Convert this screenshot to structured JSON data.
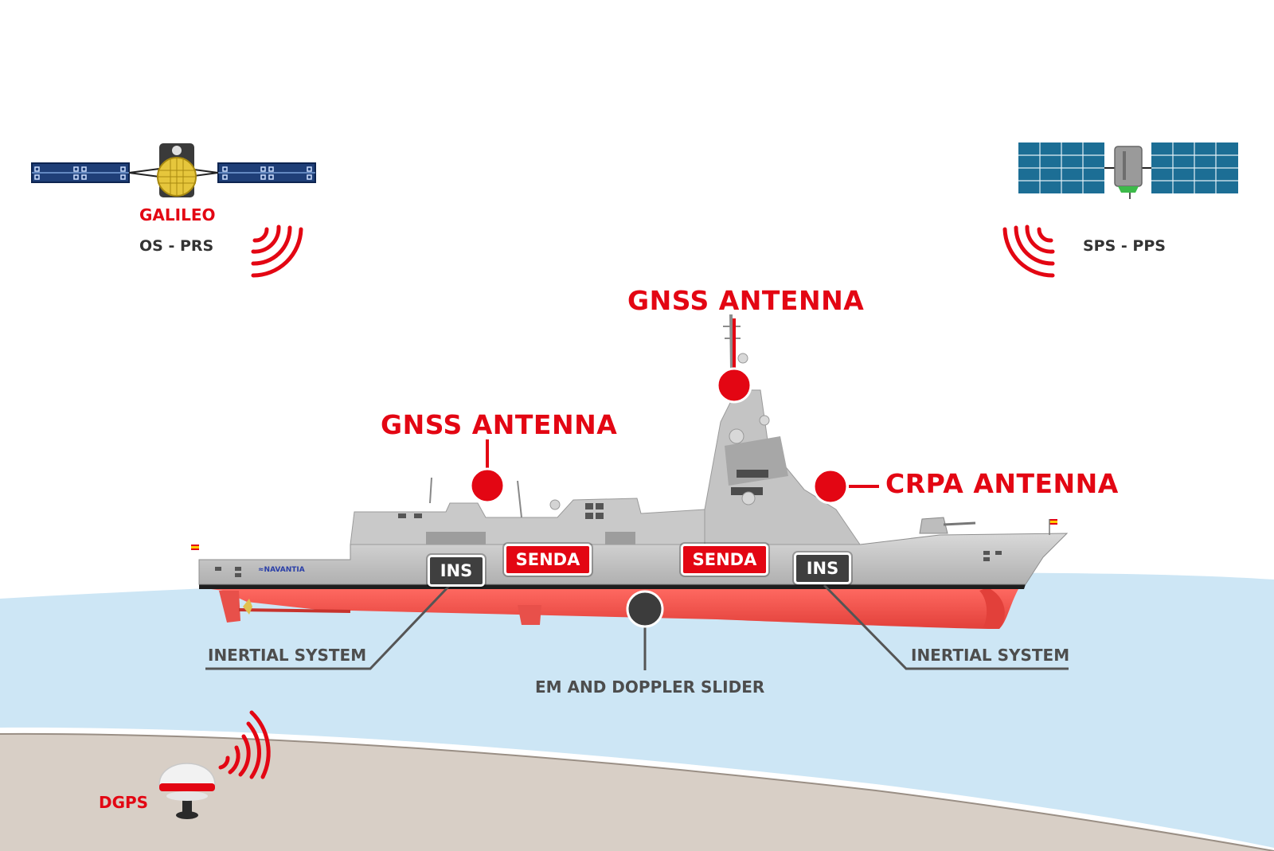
{
  "satellites": {
    "left": {
      "name": "GALILEO",
      "service": "OS - PRS",
      "icon": "galileo-satellite-icon"
    },
    "right": {
      "service": "SPS - PPS",
      "icon": "gps-satellite-icon"
    }
  },
  "antennas": {
    "mast": "GNSS ANTENNA",
    "aft": "GNSS ANTENNA",
    "crpa": "CRPA ANTENNA"
  },
  "units": {
    "ins_aft": "INS",
    "senda_aft": "SENDA",
    "senda_fwd": "SENDA",
    "ins_fwd": "INS"
  },
  "callouts": {
    "inertial_left": "INERTIAL SYSTEM",
    "inertial_right": "INERTIAL SYSTEM",
    "slider": "EM AND DOPPLER SLIDER"
  },
  "ground": {
    "dgps": "DGPS"
  },
  "ship": {
    "brand": "≈NAVANTIA"
  },
  "colors": {
    "accent_red": "#e30613",
    "hull_red": "#f2504a",
    "sea": "#cde6f5",
    "land": "#d8cfc6",
    "superstructure": "#c6c6c6",
    "dark": "#3f3f3f"
  }
}
